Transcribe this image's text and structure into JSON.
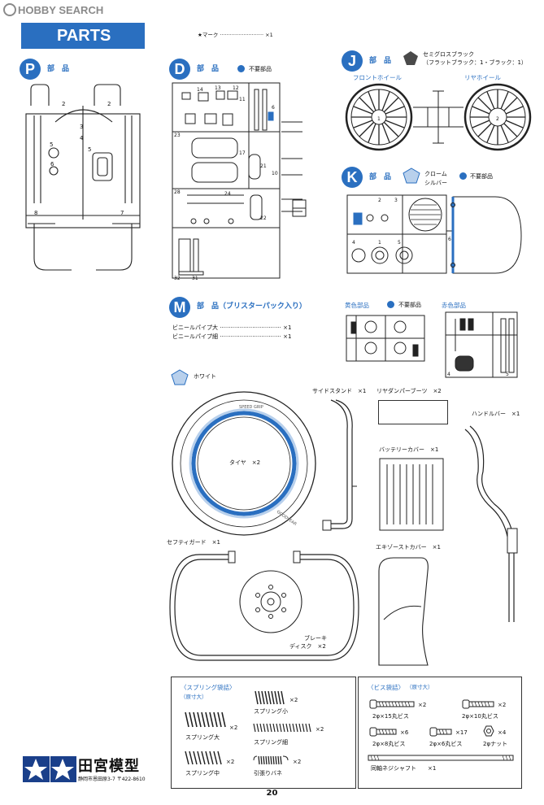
{
  "watermark": "HOBBY SEARCH",
  "banner_title": "PARTS",
  "star_mark": "★マーク ·························· ×1",
  "colors": {
    "accent": "#2a6fc0",
    "light_blue": "#b8d0ec",
    "ink": "#222222"
  },
  "sections": {
    "p": {
      "letter": "P",
      "label": "部　品"
    },
    "d": {
      "letter": "D",
      "label": "部　品",
      "note": "不要部品"
    },
    "j": {
      "letter": "J",
      "label": "部　品",
      "color_name": "セミグロスブラック",
      "color_detail": "（フラットブラック：1・ブラック：1）",
      "front_wheel": "フロントホイール",
      "rear_wheel": "リヤホイール"
    },
    "k": {
      "letter": "K",
      "label": "部　品",
      "color_name": "クローム",
      "color_name2": "シルバー",
      "note": "不要部品"
    },
    "m": {
      "letter": "M",
      "label": "部　品（ブリスターパック入り）",
      "pipe_large": "ビニールパイプ大 ·································· ×1",
      "pipe_small": "ビニールパイプ細 ·································· ×1"
    },
    "yellow": {
      "label": "黄色部品",
      "note": "不要部品"
    },
    "red": {
      "label": "赤色部品"
    }
  },
  "white_parts": {
    "label": "ホワイト",
    "tire": "タイヤ　×2",
    "side_stand": "サイドスタンド　×1",
    "suspension_boots": "リヤダンパーブーツ　×2",
    "handlebar": "ハンドルバー　×1",
    "battery_cover": "バッテリーカバー　×1",
    "safety_guard": "セフティガード　×1",
    "exhaust_cover": "エキゾーストカバー　×1",
    "brake_disc_1": "ブレーキ",
    "brake_disc_2": "ディスク　×2"
  },
  "spring_bag": {
    "title": "〈スプリング袋詰〉",
    "subtitle": "（原寸大）",
    "items": [
      "スプリング大",
      "スプリング小",
      "スプリング細",
      "スプリング中",
      "引張りバネ"
    ],
    "qty": [
      "×2",
      "×2",
      "×2",
      "×2",
      "×2"
    ]
  },
  "screw_bag": {
    "title": "〈ビス袋詰〉",
    "subtitle": "（原寸大）",
    "items": [
      "2φ×15丸ビス",
      "2φ×10丸ビス",
      "2φ×8丸ビス",
      "2φ×6丸ビス",
      "2φナット",
      "同軸ネジシャフト"
    ],
    "qty": [
      "×2",
      "×2",
      "×6",
      "×17",
      "×4",
      "×1"
    ]
  },
  "company": {
    "name": "田宮模型",
    "address": "静岡市恩田原3-7 〒422-8610"
  },
  "page_number": "20"
}
